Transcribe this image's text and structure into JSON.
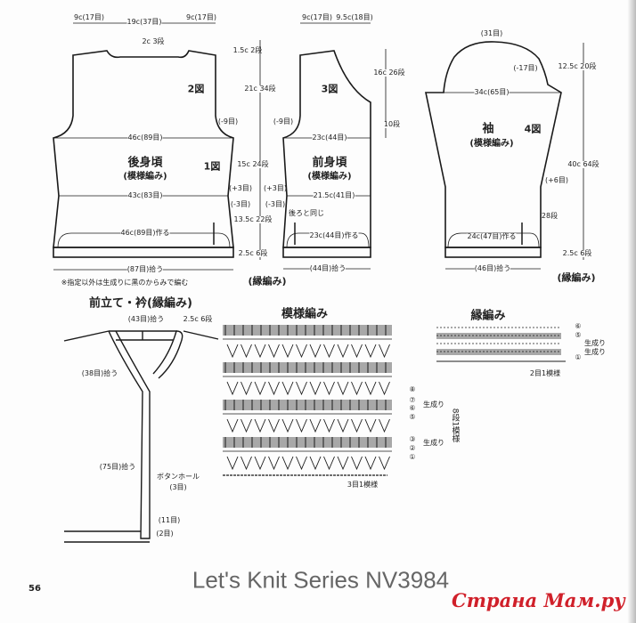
{
  "back": {
    "shoulder_left": "9c(17目)",
    "neck_width": "19c(37目)",
    "shoulder_right": "9c(17目)",
    "neck_depth": "2c 3段",
    "fig2": "2図",
    "chest": "46c(89目)",
    "title": "後身頃",
    "pattern": "(模様編み)",
    "fig1": "1図",
    "waist": "43c(83目)",
    "cast_on": "46c(89目)作る",
    "pickup": "(87目)拾う",
    "note": "※指定以外は生成りに黒のからみで編む"
  },
  "measure_mid": {
    "shoulder": "1.5c 2段",
    "armhole": "21c 34段",
    "dec_left": "(-9目)",
    "dec_right": "(-9目)",
    "upper": "15c 24段",
    "inc_left": "(+3目)",
    "inc_right": "(+3目)",
    "dec2_left": "(-3目)",
    "dec2_right": "(-3目)",
    "lower": "13.5c 22段",
    "edge": "2.5c 6段",
    "edging": "(縁編み)"
  },
  "front": {
    "shoulder": "9c(17目)",
    "neck": "9.5c(18目)",
    "fig3": "3図",
    "chest": "23c(44目)",
    "title": "前身頃",
    "pattern": "(模様編み)",
    "waist": "21.5c(41目)",
    "same_as_back": "後ろと同じ",
    "cast_on": "23c(44目)作る",
    "pickup": "(44目)拾う",
    "neck_depth": "16c 26段",
    "neck_rows": "10段"
  },
  "sleeve": {
    "top": "(31目)",
    "cap_dec": "(-17目)",
    "cap_height": "12.5c 20段",
    "width": "34c(65目)",
    "title": "袖",
    "fig4": "4図",
    "pattern": "(模様編み)",
    "inc": "(+6目)",
    "inc_rows": "28段",
    "length": "40c 64段",
    "cast_on": "24c(47目)作る",
    "edge": "2.5c 6段",
    "pickup": "(46目)拾う",
    "edging": "(縁編み)"
  },
  "band": {
    "title": "前立て・衿(縁編み)",
    "back_neck": "(43目)拾う",
    "depth": "2.5c 6段",
    "neck_side": "(38目)拾う",
    "front_side": "(75目)拾う",
    "buttonhole": "ボタンホール",
    "buttonhole_size": "(3目)",
    "spacing": "(11目)",
    "bottom": "(2目)"
  },
  "pattern_chart": {
    "title": "模様編み",
    "row8": "⑧",
    "row7": "⑦",
    "row6": "⑥",
    "row5": "⑤",
    "row3": "③",
    "row2": "②",
    "row1": "①",
    "color1": "生成り",
    "color2": "生成り",
    "repeat_rows": "8段1模様",
    "repeat_sts": "3目1模様"
  },
  "edge_chart": {
    "title": "縁編み",
    "row6": "⑥",
    "row5": "⑤",
    "row1": "①",
    "color1": "生成り",
    "color2": "生成り",
    "repeat_sts": "2目1模様"
  },
  "footer": {
    "series": "Let's Knit Series NV3984",
    "page": "56",
    "watermark": "Страна Мам.ру"
  },
  "colors": {
    "line": "#1a1a1a",
    "band_fill": "#a8a8a8",
    "watermark": "#d0202a"
  }
}
